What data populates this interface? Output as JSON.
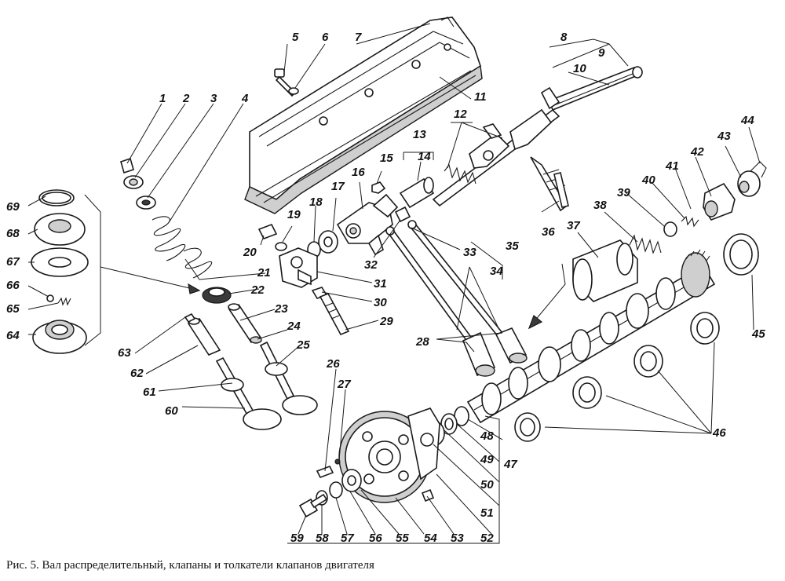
{
  "caption": "Рис. 5. Вал распределительный, клапаны и толкатели клапанов двигателя",
  "labels": {
    "l1": "1",
    "l2": "2",
    "l3": "3",
    "l4": "4",
    "l5": "5",
    "l6": "6",
    "l7": "7",
    "l8": "8",
    "l9": "9",
    "l10": "10",
    "l11": "11",
    "l12": "12",
    "l13": "13",
    "l14": "14",
    "l15": "15",
    "l16": "16",
    "l17": "17",
    "l18": "18",
    "l19": "19",
    "l20": "20",
    "l21": "21",
    "l22": "22",
    "l23": "23",
    "l24": "24",
    "l25": "25",
    "l26": "26",
    "l27": "27",
    "l28": "28",
    "l29": "29",
    "l30": "30",
    "l31": "31",
    "l32": "32",
    "l33": "33",
    "l34": "34",
    "l35": "35",
    "l36": "36",
    "l37": "37",
    "l38": "38",
    "l39": "39",
    "l40": "40",
    "l41": "41",
    "l42": "42",
    "l43": "43",
    "l44": "44",
    "l45": "45",
    "l46": "46",
    "l47": "47",
    "l48": "48",
    "l49": "49",
    "l50": "50",
    "l51": "51",
    "l52": "52",
    "l53": "53",
    "l54": "54",
    "l55": "55",
    "l56": "56",
    "l57": "57",
    "l58": "58",
    "l59": "59",
    "l60": "60",
    "l61": "61",
    "l62": "62",
    "l63": "63",
    "l64": "64",
    "l65": "65",
    "l66": "66",
    "l67": "67",
    "l68": "68",
    "l69": "69"
  }
}
